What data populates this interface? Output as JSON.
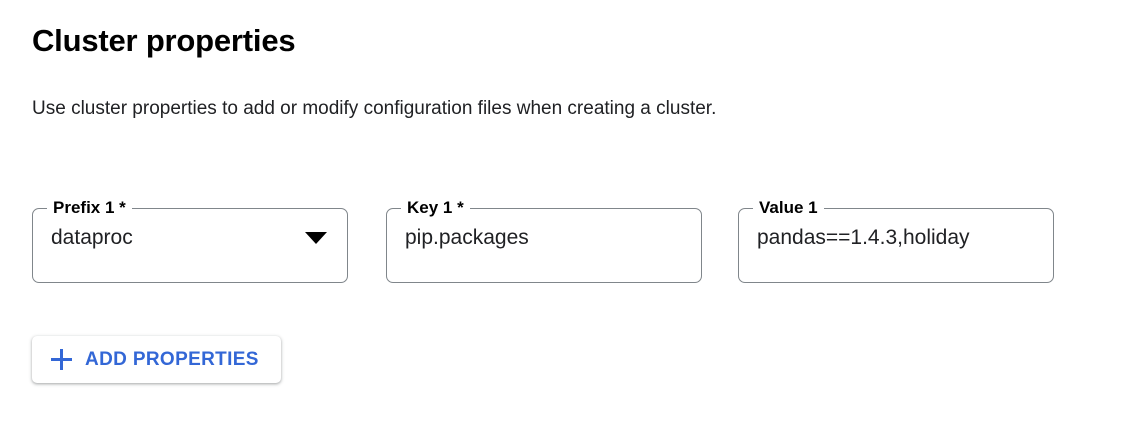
{
  "section": {
    "title": "Cluster properties",
    "description": "Use cluster properties to add or modify configuration files when creating a cluster."
  },
  "fields": [
    {
      "label": "Prefix 1 *",
      "value": "dataproc",
      "control": "select",
      "icon": "chevron-down-icon",
      "required": true
    },
    {
      "label": "Key 1 *",
      "value": "pip.packages",
      "control": "text",
      "required": true
    },
    {
      "label": "Value 1",
      "value": "pandas==1.4.3,holiday",
      "control": "text",
      "required": false
    }
  ],
  "add_button": {
    "label": "ADD PROPERTIES",
    "icon": "plus-icon",
    "color": "#3367d6"
  },
  "colors": {
    "accent": "#3367d6",
    "field_border": "#80868b",
    "text": "#202124",
    "background": "#ffffff"
  }
}
